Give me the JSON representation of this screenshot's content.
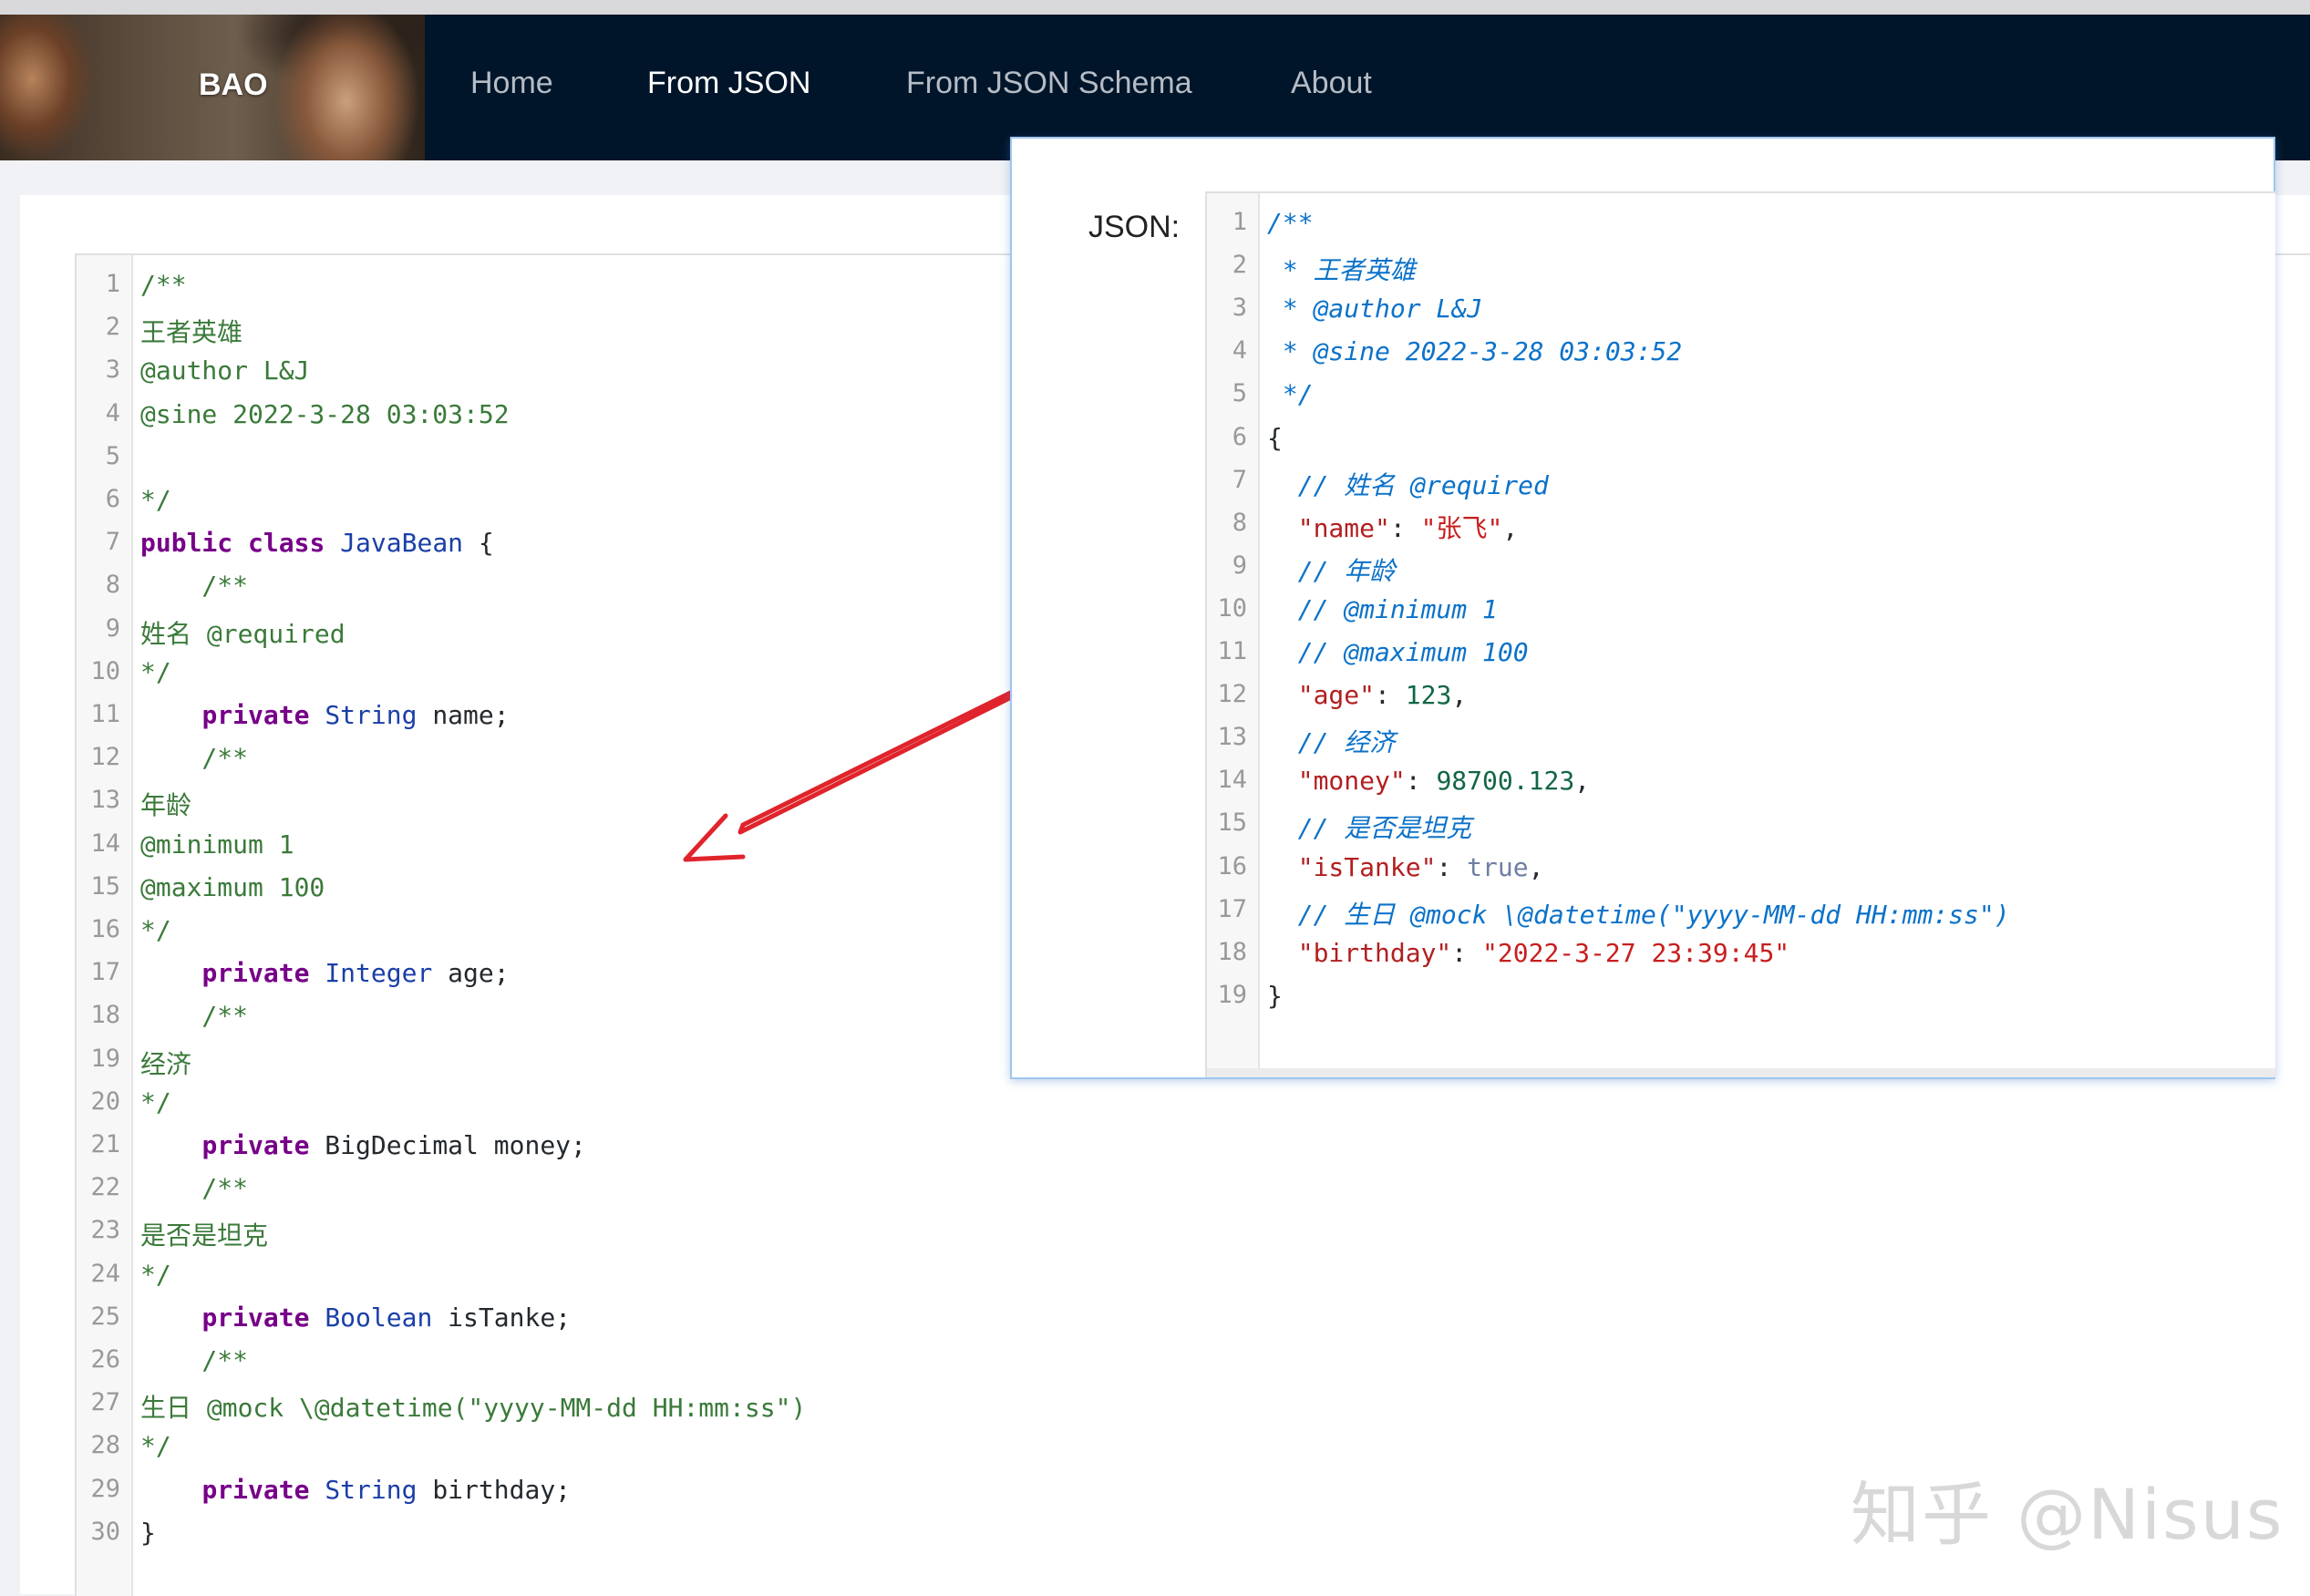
{
  "nav": {
    "brand": "BAO",
    "items": [
      {
        "label": "Home",
        "active": false
      },
      {
        "label": "From JSON",
        "active": true
      },
      {
        "label": "From JSON Schema",
        "active": false
      },
      {
        "label": "About",
        "active": false
      }
    ]
  },
  "java_editor": {
    "line_numbers": [
      "1",
      "2",
      "3",
      "4",
      "5",
      "6",
      "7",
      "8",
      "9",
      "10",
      "11",
      "12",
      "13",
      "14",
      "15",
      "16",
      "17",
      "18",
      "19",
      "20",
      "21",
      "22",
      "23",
      "24",
      "25",
      "26",
      "27",
      "28",
      "29",
      "30"
    ],
    "lines": [
      [
        {
          "t": "/**",
          "c": "comment"
        }
      ],
      [
        {
          "t": "王者英雄",
          "c": "comment"
        }
      ],
      [
        {
          "t": "@author L&J",
          "c": "comment"
        }
      ],
      [
        {
          "t": "@sine 2022-3-28 03:03:52",
          "c": "comment"
        }
      ],
      [],
      [
        {
          "t": "*/",
          "c": "comment"
        }
      ],
      [
        {
          "t": "public",
          "c": "kw"
        },
        {
          "t": " "
        },
        {
          "t": "class",
          "c": "kw"
        },
        {
          "t": " "
        },
        {
          "t": "JavaBean",
          "c": "type"
        },
        {
          "t": " {"
        }
      ],
      [
        {
          "t": "    /**",
          "c": "comment"
        }
      ],
      [
        {
          "t": "姓名 @required",
          "c": "comment"
        }
      ],
      [
        {
          "t": "*/",
          "c": "comment"
        }
      ],
      [
        {
          "t": "    "
        },
        {
          "t": "private",
          "c": "kw"
        },
        {
          "t": " "
        },
        {
          "t": "String",
          "c": "type"
        },
        {
          "t": " name;"
        }
      ],
      [
        {
          "t": "    /**",
          "c": "comment"
        }
      ],
      [
        {
          "t": "年龄",
          "c": "comment"
        }
      ],
      [
        {
          "t": "@minimum 1",
          "c": "comment"
        }
      ],
      [
        {
          "t": "@maximum 100",
          "c": "comment"
        }
      ],
      [
        {
          "t": "*/",
          "c": "comment"
        }
      ],
      [
        {
          "t": "    "
        },
        {
          "t": "private",
          "c": "kw"
        },
        {
          "t": " "
        },
        {
          "t": "Integer",
          "c": "type"
        },
        {
          "t": " age;"
        }
      ],
      [
        {
          "t": "    /**",
          "c": "comment"
        }
      ],
      [
        {
          "t": "经济",
          "c": "comment"
        }
      ],
      [
        {
          "t": "*/",
          "c": "comment"
        }
      ],
      [
        {
          "t": "    "
        },
        {
          "t": "private",
          "c": "kw"
        },
        {
          "t": " BigDecimal money;"
        }
      ],
      [
        {
          "t": "    /**",
          "c": "comment"
        }
      ],
      [
        {
          "t": "是否是坦克",
          "c": "comment"
        }
      ],
      [
        {
          "t": "*/",
          "c": "comment"
        }
      ],
      [
        {
          "t": "    "
        },
        {
          "t": "private",
          "c": "kw"
        },
        {
          "t": " "
        },
        {
          "t": "Boolean",
          "c": "type"
        },
        {
          "t": " isTanke;"
        }
      ],
      [
        {
          "t": "    /**",
          "c": "comment"
        }
      ],
      [
        {
          "t": "生日 @mock \\@datetime(\"yyyy-MM-dd HH:mm:ss\")",
          "c": "comment"
        }
      ],
      [
        {
          "t": "*/",
          "c": "comment"
        }
      ],
      [
        {
          "t": "    "
        },
        {
          "t": "private",
          "c": "kw"
        },
        {
          "t": " "
        },
        {
          "t": "String",
          "c": "type"
        },
        {
          "t": " birthday;"
        }
      ],
      [
        {
          "t": "}"
        }
      ]
    ]
  },
  "json_popup": {
    "label": "JSON:",
    "line_numbers": [
      "1",
      "2",
      "3",
      "4",
      "5",
      "6",
      "7",
      "8",
      "9",
      "10",
      "11",
      "12",
      "13",
      "14",
      "15",
      "16",
      "17",
      "18",
      "19"
    ],
    "lines": [
      [
        {
          "t": "/**",
          "c": "comment"
        }
      ],
      [
        {
          "t": " * 王者英雄",
          "c": "comment"
        }
      ],
      [
        {
          "t": " * @author L&J",
          "c": "comment"
        }
      ],
      [
        {
          "t": " * @sine 2022-3-28 03:03:52",
          "c": "comment"
        }
      ],
      [
        {
          "t": " */",
          "c": "comment"
        }
      ],
      [
        {
          "t": "{"
        }
      ],
      [
        {
          "t": "  // 姓名 @required",
          "c": "comment"
        }
      ],
      [
        {
          "t": "  "
        },
        {
          "t": "\"name\"",
          "c": "key"
        },
        {
          "t": ": "
        },
        {
          "t": "\"张飞\"",
          "c": "str"
        },
        {
          "t": ","
        }
      ],
      [
        {
          "t": "  // 年龄",
          "c": "comment"
        }
      ],
      [
        {
          "t": "  // @minimum 1",
          "c": "comment"
        }
      ],
      [
        {
          "t": "  // @maximum 100",
          "c": "comment"
        }
      ],
      [
        {
          "t": "  "
        },
        {
          "t": "\"age\"",
          "c": "key"
        },
        {
          "t": ": "
        },
        {
          "t": "123",
          "c": "num"
        },
        {
          "t": ","
        }
      ],
      [
        {
          "t": "  // 经济",
          "c": "comment"
        }
      ],
      [
        {
          "t": "  "
        },
        {
          "t": "\"money\"",
          "c": "key"
        },
        {
          "t": ": "
        },
        {
          "t": "98700.123",
          "c": "num"
        },
        {
          "t": ","
        }
      ],
      [
        {
          "t": "  // 是否是坦克",
          "c": "comment"
        }
      ],
      [
        {
          "t": "  "
        },
        {
          "t": "\"isTanke\"",
          "c": "key"
        },
        {
          "t": ": "
        },
        {
          "t": "true",
          "c": "bool"
        },
        {
          "t": ","
        }
      ],
      [
        {
          "t": "  // 生日 @mock \\@datetime(\"yyyy-MM-dd HH:mm:ss\")",
          "c": "comment"
        }
      ],
      [
        {
          "t": "  "
        },
        {
          "t": "\"birthday\"",
          "c": "key"
        },
        {
          "t": ": "
        },
        {
          "t": "\"2022-3-27 23:39:45\"",
          "c": "str"
        }
      ],
      [
        {
          "t": "}"
        }
      ]
    ]
  },
  "annotation": {
    "color": "#e0242b"
  },
  "watermark": "知乎 @Nisus"
}
